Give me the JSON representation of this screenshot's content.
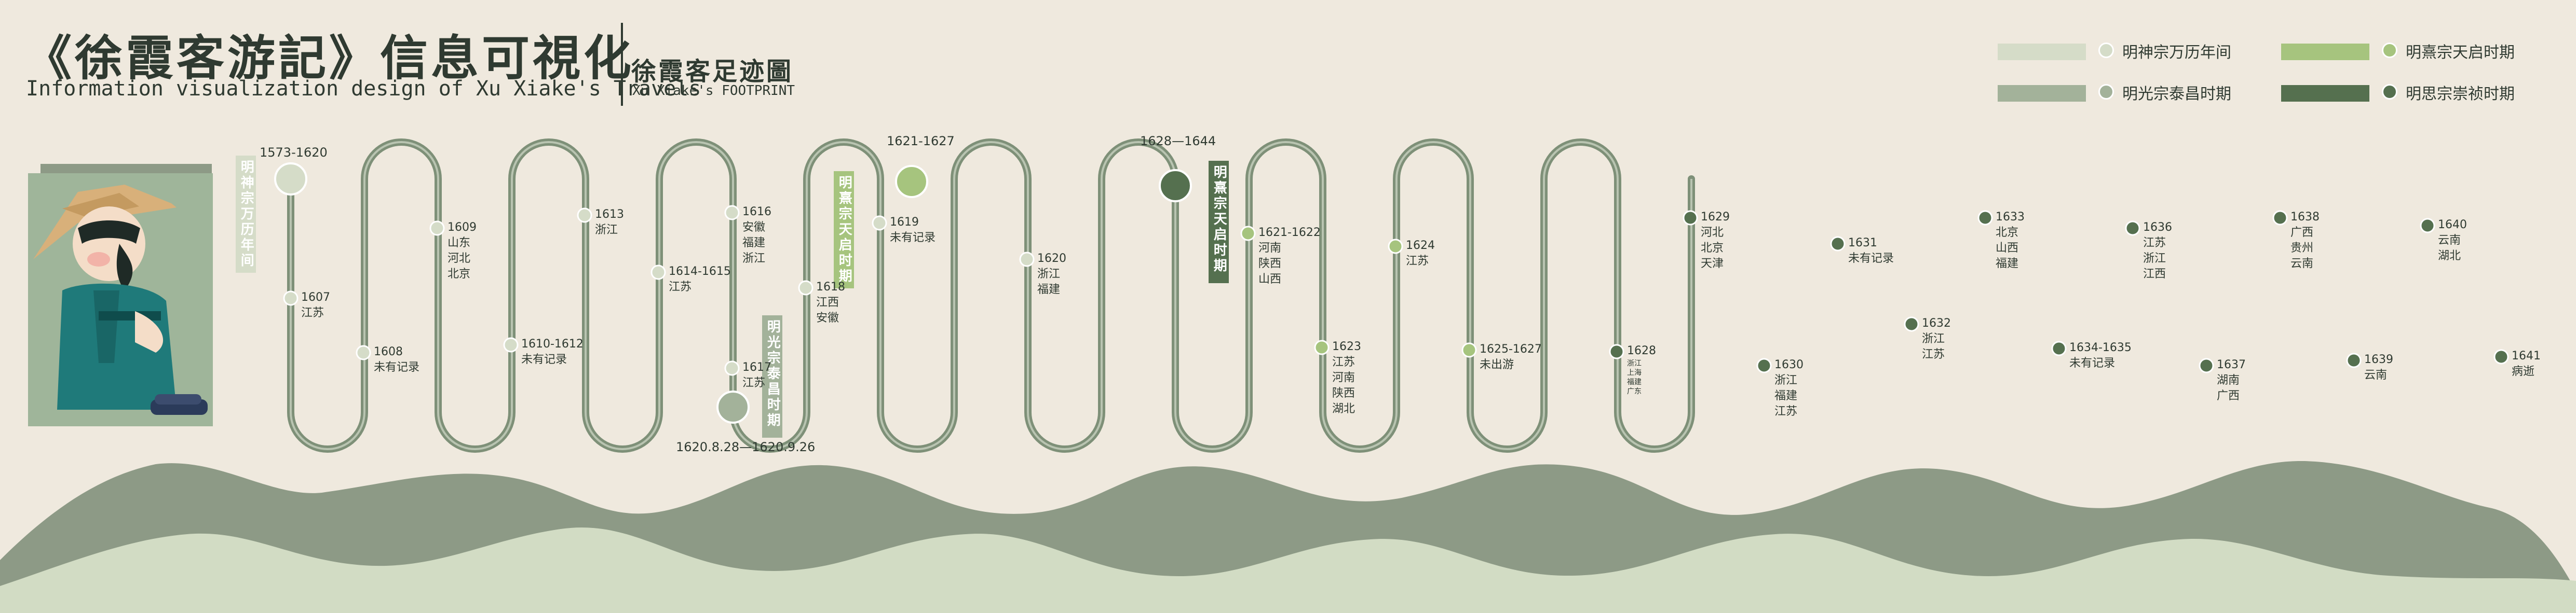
{
  "header": {
    "title": "《徐霞客游記》信息可視化",
    "subtitle": "Information visualization design of Xu Xiake's Travels",
    "map_title": "徐霞客足迹圖",
    "map_subtitle": "Xu Xiake's FOOTPRINT"
  },
  "colors": {
    "background": "#efe9de",
    "wanli": "#d5dcc8",
    "taichang": "#a3b29a",
    "tianqi": "#a6c47e",
    "chongzhen": "#55704f",
    "path": "#7e9078",
    "mountain_dark": "#8d9a86",
    "mountain_light": "#d2dcc4"
  },
  "legend": [
    {
      "label": "明神宗万历年间",
      "color": "#d5dcc8"
    },
    {
      "label": "明光宗泰昌时期",
      "color": "#a3b29a"
    },
    {
      "label": "明熹宗天启时期",
      "color": "#a6c47e"
    },
    {
      "label": "明思宗崇祯时期",
      "color": "#55704f"
    }
  ],
  "eras": [
    {
      "label": "1573-1620",
      "name": "明神宗万历年间",
      "color": "#d5dcc8"
    },
    {
      "label": "1620.8.28—1620.9.26",
      "name": "明光宗泰昌时期",
      "color": "#a3b29a"
    },
    {
      "label": "1621-1627",
      "name": "明熹宗天启时期",
      "color": "#a6c47e"
    },
    {
      "label": "1628—1644",
      "name": "明熹宗天启时期",
      "color": "#55704f"
    }
  ],
  "stops": [
    {
      "year": "1607",
      "places": [
        "江苏"
      ]
    },
    {
      "year": "1608",
      "places": [
        "未有记录"
      ]
    },
    {
      "year": "1609",
      "places": [
        "山东",
        "河北",
        "北京"
      ]
    },
    {
      "year": "1610-1612",
      "places": [
        "未有记录"
      ]
    },
    {
      "year": "1613",
      "places": [
        "浙江"
      ]
    },
    {
      "year": "1614-1615",
      "places": [
        "江苏"
      ]
    },
    {
      "year": "1616",
      "places": [
        "安徽",
        "福建",
        "浙江"
      ]
    },
    {
      "year": "1617",
      "places": [
        "江苏"
      ]
    },
    {
      "year": "1618",
      "places": [
        "江西",
        "安徽"
      ]
    },
    {
      "year": "1619",
      "places": [
        "未有记录"
      ]
    },
    {
      "year": "1620",
      "places": [
        "浙江",
        "福建"
      ]
    },
    {
      "year": "1621-1622",
      "places": [
        "河南",
        "陕西",
        "山西"
      ]
    },
    {
      "year": "1623",
      "places": [
        "江苏",
        "河南",
        "陕西",
        "湖北"
      ]
    },
    {
      "year": "1624",
      "places": [
        "江苏"
      ]
    },
    {
      "year": "1625-1627",
      "places": [
        "未出游"
      ]
    },
    {
      "year": "1628",
      "places": [
        "浙江",
        "上海",
        "福建",
        "广东"
      ]
    },
    {
      "year": "1629",
      "places": [
        "河北",
        "北京",
        "天津"
      ]
    },
    {
      "year": "1630",
      "places": [
        "浙江",
        "福建",
        "江苏"
      ]
    },
    {
      "year": "1631",
      "places": [
        "未有记录"
      ]
    },
    {
      "year": "1632",
      "places": [
        "浙江",
        "江苏"
      ]
    },
    {
      "year": "1633",
      "places": [
        "北京",
        "山西",
        "福建"
      ]
    },
    {
      "year": "1634-1635",
      "places": [
        "未有记录"
      ]
    },
    {
      "year": "1636",
      "places": [
        "江苏",
        "浙江",
        "江西"
      ]
    },
    {
      "year": "1637",
      "places": [
        "湖南",
        "广西"
      ]
    },
    {
      "year": "1638",
      "places": [
        "广西",
        "贵州",
        "云南"
      ]
    },
    {
      "year": "1639",
      "places": [
        "云南"
      ]
    },
    {
      "year": "1640",
      "places": [
        "云南",
        "湖北"
      ]
    },
    {
      "year": "1641",
      "places": [
        "病逝"
      ]
    }
  ]
}
